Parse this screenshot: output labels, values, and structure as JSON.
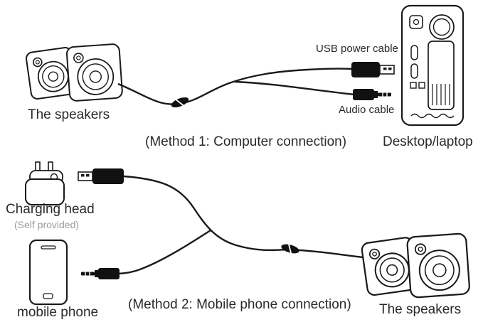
{
  "labels": {
    "usb_power_cable": "USB power cable",
    "audio_cable": "Audio cable",
    "speakers_top": "The speakers",
    "method_1": "(Method 1: Computer connection)",
    "desktop_laptop": "Desktop/laptop",
    "charging_head": "Charging head",
    "self_provided": "(Self provided)",
    "mobile_phone": "mobile phone",
    "method_2": "(Method 2: Mobile phone connection)",
    "speakers_bottom": "The speakers"
  },
  "colors": {
    "line_art": "#1a1a1a",
    "text": "#2a2a2a",
    "muted_text": "#9b9b9b",
    "connector_fill": "#111111"
  },
  "diagram": {
    "type": "product-connection-diagram",
    "methods": [
      {
        "name": "Method 1",
        "connection": "Computer connection",
        "parts": [
          "The speakers",
          "USB power cable",
          "Audio cable",
          "Desktop/laptop"
        ]
      },
      {
        "name": "Method 2",
        "connection": "Mobile phone connection",
        "parts": [
          "Charging head (Self provided)",
          "mobile phone",
          "The speakers"
        ]
      }
    ]
  }
}
